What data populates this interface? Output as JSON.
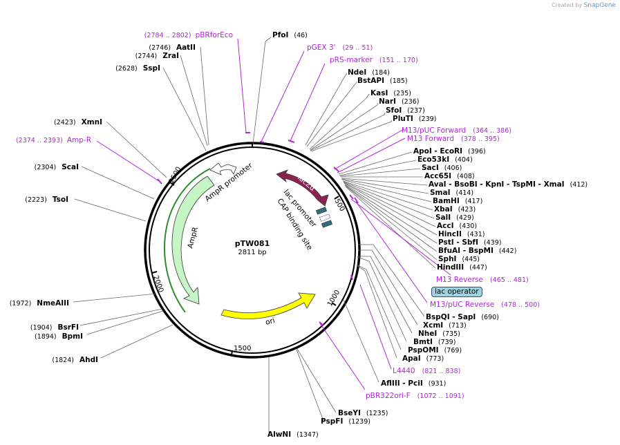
{
  "credit": {
    "prefix": "Created by",
    "brand": "SnapGene"
  },
  "plasmid": {
    "name": "pTW081",
    "length": "2811 bp"
  },
  "ticks": [
    "500",
    "1000",
    "1500",
    "2000",
    "2500"
  ],
  "features": {
    "lacZa": "lacZα",
    "lac_promoter": "lac promoter",
    "cap_site": "CAP binding site",
    "ampr_promoter": "AmpR promoter",
    "ampr": "AmpR",
    "ori": "ori",
    "lac_operator": "lac operator"
  },
  "enzymes": [
    {
      "name": "PfoI",
      "pos": "(46)"
    },
    {
      "name": "NdeI",
      "pos": "(184)"
    },
    {
      "name": "BstAPI",
      "pos": "(185)"
    },
    {
      "name": "KasI",
      "pos": "(235)"
    },
    {
      "name": "NarI",
      "pos": "(236)"
    },
    {
      "name": "SfoI",
      "pos": "(237)"
    },
    {
      "name": "PluTI",
      "pos": "(239)"
    },
    {
      "name": "ApoI - EcoRI",
      "pos": "(396)"
    },
    {
      "name": "Eco53kI",
      "pos": "(404)"
    },
    {
      "name": "SacI",
      "pos": "(406)"
    },
    {
      "name": "Acc65I",
      "pos": "(408)"
    },
    {
      "name": "AvaI - BsoBI - KpnI - TspMI - XmaI",
      "pos": "(412)"
    },
    {
      "name": "SmaI",
      "pos": "(414)"
    },
    {
      "name": "BamHI",
      "pos": "(417)"
    },
    {
      "name": "XbaI",
      "pos": "(423)"
    },
    {
      "name": "SalI",
      "pos": "(429)"
    },
    {
      "name": "AccI",
      "pos": "(430)"
    },
    {
      "name": "HincII",
      "pos": "(431)"
    },
    {
      "name": "PstI - SbfI",
      "pos": "(439)"
    },
    {
      "name": "BfuAI - BspMI",
      "pos": "(442)"
    },
    {
      "name": "SphI",
      "pos": "(445)"
    },
    {
      "name": "HindIII",
      "pos": "(447)"
    },
    {
      "name": "BspQI - SapI",
      "pos": "(690)"
    },
    {
      "name": "XcmI",
      "pos": "(713)"
    },
    {
      "name": "NheI",
      "pos": "(735)"
    },
    {
      "name": "BmtI",
      "pos": "(739)"
    },
    {
      "name": "PspOMI",
      "pos": "(769)"
    },
    {
      "name": "ApaI",
      "pos": "(773)"
    },
    {
      "name": "AflIII - PciI",
      "pos": "(931)"
    },
    {
      "name": "BseYI",
      "pos": "(1235)"
    },
    {
      "name": "PspFI",
      "pos": "(1239)"
    },
    {
      "name": "AlwNI",
      "pos": "(1347)"
    },
    {
      "name": "AhdI",
      "pos": "(1824)"
    },
    {
      "name": "BpmI",
      "pos": "(1894)"
    },
    {
      "name": "BsrFI",
      "pos": "(1904)"
    },
    {
      "name": "NmeAIII",
      "pos": "(1972)"
    },
    {
      "name": "TsoI",
      "pos": "(2223)"
    },
    {
      "name": "ScaI",
      "pos": "(2304)"
    },
    {
      "name": "XmnI",
      "pos": "(2423)"
    },
    {
      "name": "SspI",
      "pos": "(2628)"
    },
    {
      "name": "ZraI",
      "pos": "(2744)"
    },
    {
      "name": "AatII",
      "pos": "(2746)"
    }
  ],
  "primers": [
    {
      "name": "pBRforEco",
      "range": "(2784 .. 2802)"
    },
    {
      "name": "pGEX 3'",
      "range": "(29 .. 51)"
    },
    {
      "name": "pRS-marker",
      "range": "(151 .. 170)"
    },
    {
      "name": "M13/pUC Forward",
      "range": "(364 .. 386)"
    },
    {
      "name": "M13 Forward",
      "range": "(378 .. 395)"
    },
    {
      "name": "M13 Reverse",
      "range": "(465 .. 481)"
    },
    {
      "name": "M13/pUC Reverse",
      "range": "(478 .. 500)"
    },
    {
      "name": "L4440",
      "range": "(821 .. 838)"
    },
    {
      "name": "pBR322ori-F",
      "range": "(1072 .. 1091)"
    },
    {
      "name": "Amp-R",
      "range": "(2374 .. 2393)"
    }
  ],
  "colors": {
    "primer": "#b026d6",
    "lacZa": "#8b2252",
    "ampr": "#c6f5c6",
    "ori": "#ffff00",
    "lac_operator": "#9fd3df"
  }
}
